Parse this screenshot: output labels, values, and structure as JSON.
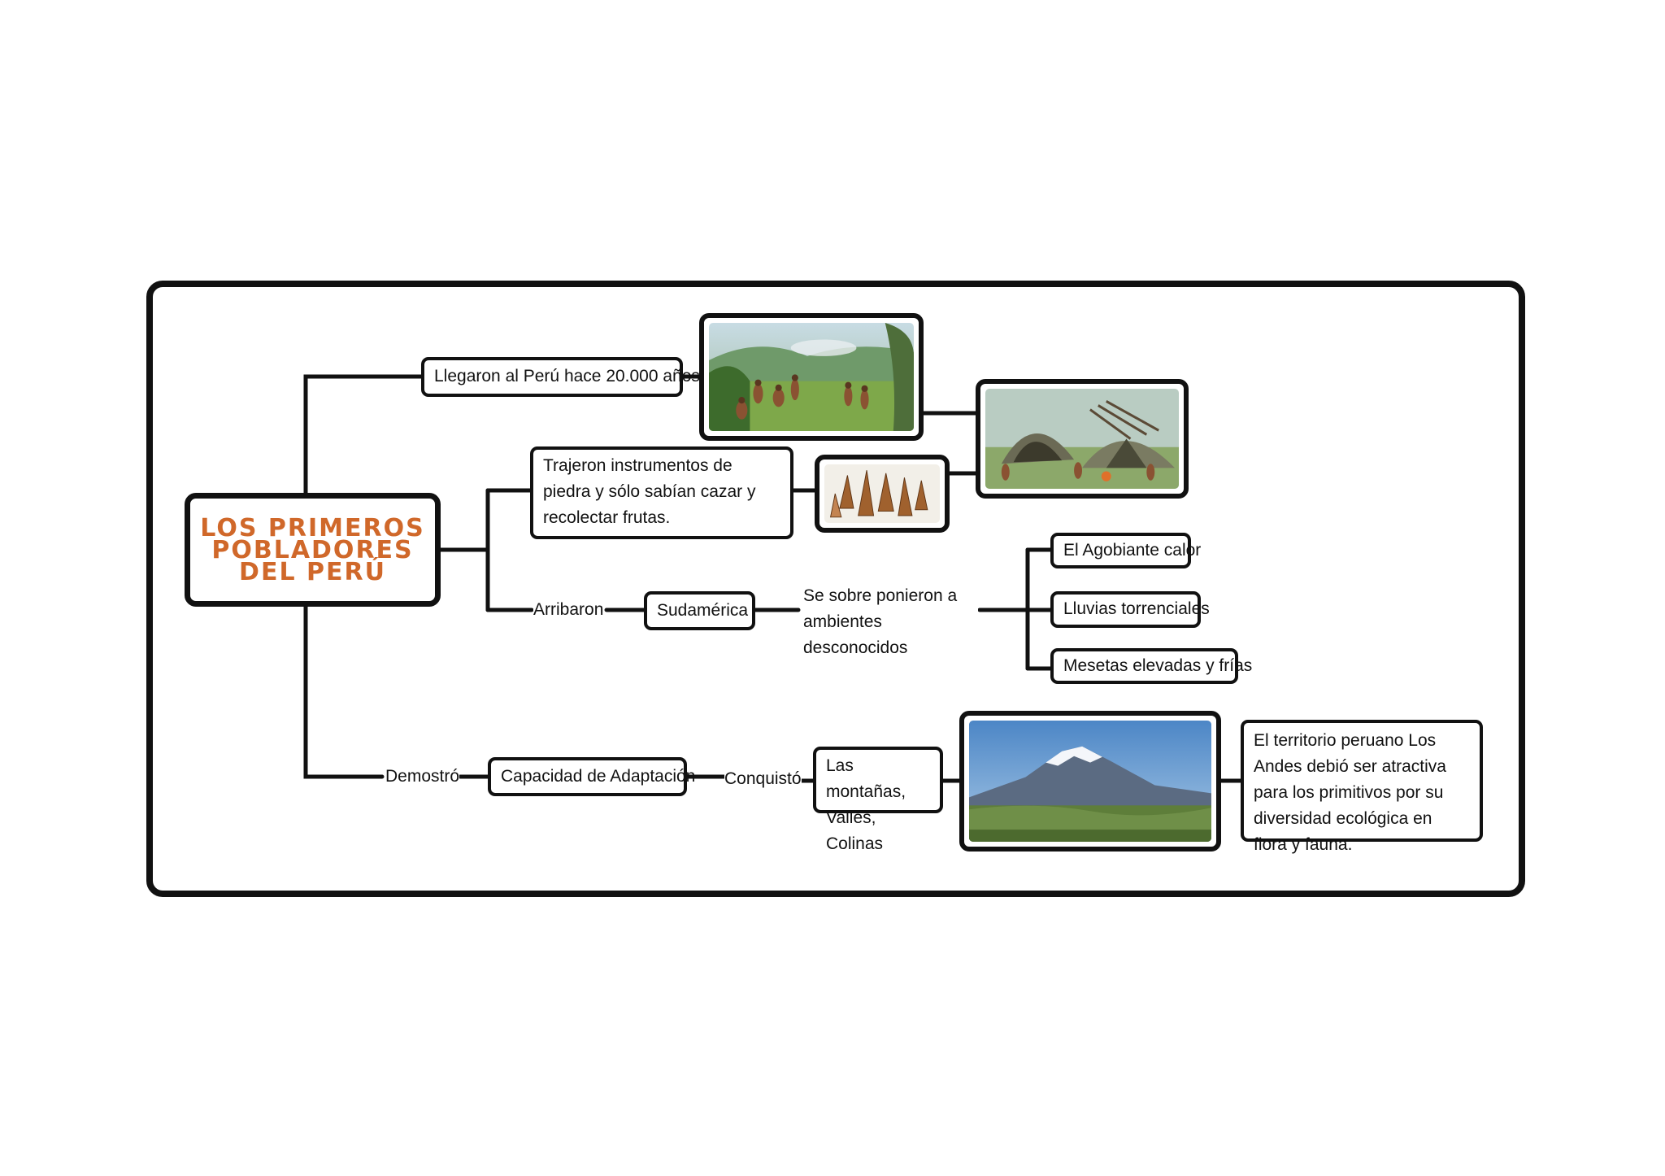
{
  "title": "LOS PRIMEROS POBLADORES DEL PERÚ",
  "nodes": {
    "llegaron": "Llegaron al Perú hace 20.000 años",
    "trajeron": "Trajeron instrumentos de piedra y sólo sabían cazar y recolectar frutas.",
    "sudamerica": "Sudamérica",
    "ambientes": "Se sobre ponieron a ambientes desconocidos",
    "calor": "El Agobiante calor",
    "lluvias": "Lluvias torrenciales",
    "mesetas": "Mesetas elevadas y frías",
    "capacidad": "Capacidad de Adaptación",
    "montanas": "Las montañas, Valles, Colinas",
    "territorio": "El territorio peruano Los Andes debió ser atractiva para los primitivos por su diversidad ecológica en flora y fauna."
  },
  "links": {
    "arribaron": "Arribaron",
    "demostro": "Demostró",
    "conquisto": "Conquistó"
  },
  "images": {
    "hunters": "hunters-scene-image",
    "camp": "camp-scene-image",
    "tools": "stone-tools-image",
    "mountain": "andes-mountain-image"
  },
  "colors": {
    "title": "#d0682a",
    "line": "#111111"
  }
}
